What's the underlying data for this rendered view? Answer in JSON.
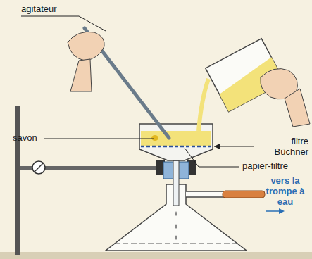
{
  "diagram": {
    "labels": [
      "agitateur",
      "savon",
      "filtre Büchner",
      "papier-filtre",
      "vers la trompe à eau"
    ]
  }
}
